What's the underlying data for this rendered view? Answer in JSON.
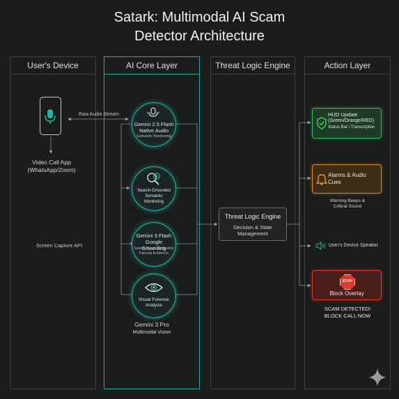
{
  "title": {
    "line1": "Satark: Multimodal AI Scam",
    "line2": "Detector Architecture"
  },
  "columns": {
    "device": "User's Device",
    "ai": "AI Core Layer",
    "threat": "Threat Logic Engine",
    "action": "Action Layer"
  },
  "device": {
    "app_line1": "Video Call App",
    "app_line2": "(WhatsApp/Zoom)",
    "screen_capture": "Screen Capture API",
    "raw_audio": "Raw Audio Stream"
  },
  "ai_nodes": [
    {
      "icon": "microphone-icon",
      "line1": "Gemini 2.5 Flash",
      "line2": "Native Audio",
      "line3": "Semantic Monitoring"
    },
    {
      "icon": "globe-search-icon",
      "line1": "Search-Grounded",
      "line2": "Semantic",
      "line3": "Monitoring"
    },
    {
      "line1": "Gemini 3 Flash",
      "line2": "Google Grounding",
      "line3": "Search-Based Verification",
      "line4": "Factual Evidence"
    },
    {
      "icon": "eye-icon",
      "line1": "Visual Forensic",
      "line2": "Analysis"
    }
  ],
  "ai_footer": {
    "line1": "Gemini 3 Pro",
    "line2": "Multimodal Vision"
  },
  "threat_engine": {
    "title": "Threat Logic Engine",
    "line1": "Decision & State",
    "line2": "Management"
  },
  "actions": {
    "hud": {
      "title": "HUD Update",
      "line2": "(Green/Orange/RED)",
      "line3": "Status Bar / Transcription",
      "color": "#2fbf5a"
    },
    "alarm": {
      "title": "Alarms & Audio",
      "line2": "Cues",
      "note1": "Warning Beeps &",
      "note2": "Critical Sound",
      "color": "#e08a1e"
    },
    "speaker": "User's Device Speaker",
    "block": {
      "title": "Block Overlay",
      "stop": "STOP",
      "note1": "SCAM DETECTED!",
      "note2": "BLOCK CALL NOW",
      "color": "#d83a2e"
    }
  },
  "colors": {
    "accent": "#2ab3a5",
    "background": "#1b1c1c"
  }
}
